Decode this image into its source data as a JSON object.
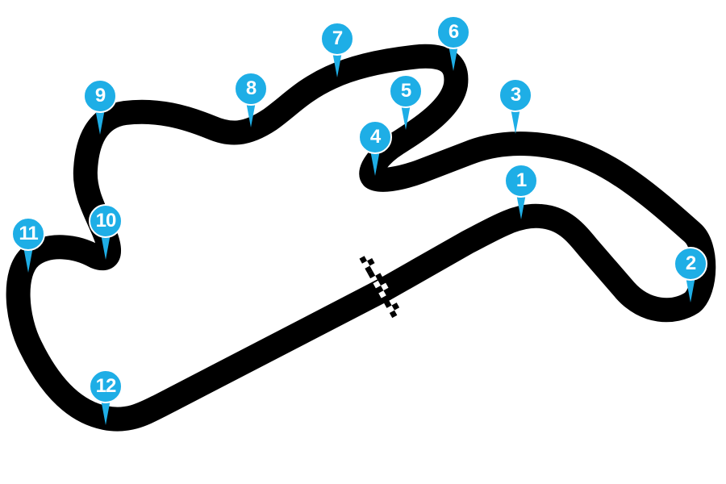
{
  "track": {
    "color": "#000000",
    "marker_color": "#1eaee6",
    "marker_text_color": "#ffffff",
    "turns": [
      {
        "number": "1"
      },
      {
        "number": "2"
      },
      {
        "number": "3"
      },
      {
        "number": "4"
      },
      {
        "number": "5"
      },
      {
        "number": "6"
      },
      {
        "number": "7"
      },
      {
        "number": "8"
      },
      {
        "number": "9"
      },
      {
        "number": "10"
      },
      {
        "number": "11"
      },
      {
        "number": "12"
      }
    ]
  }
}
